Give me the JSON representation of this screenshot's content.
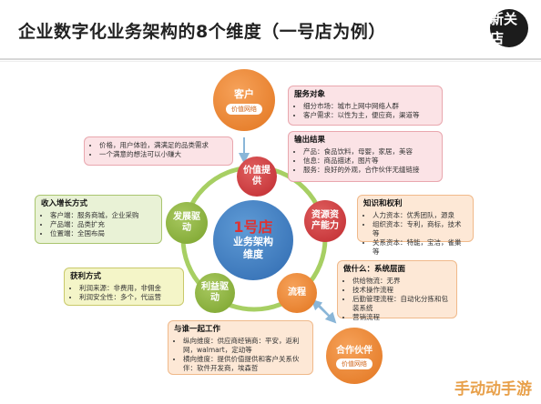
{
  "title": "企业数字化业务架构的8个维度（一号店为例）",
  "logo": "新关店",
  "center": {
    "brand": "1号店",
    "line1": "业务架构",
    "line2": "维度"
  },
  "nodes": {
    "value": "价值提供",
    "resource": "资源资产能力",
    "process": "流程",
    "profit": "利益驱动",
    "growth": "发展驱动"
  },
  "customer": {
    "title": "客户",
    "subtitle": "价值网络"
  },
  "partner": {
    "title": "合作伙伴",
    "subtitle": "价值网络"
  },
  "boxes": {
    "service_object": {
      "title": "服务对象",
      "items": [
        "细分市场：城市上网中网络人群",
        "客户需求：以性为主，便应商，渠道等"
      ]
    },
    "output": {
      "title": "输出结果",
      "items": [
        "产品：食品饮料，母婴，家居，美容",
        "信息：商品描述，图片等",
        "服务：良好的外观，合作伙伴无缝链接"
      ]
    },
    "value_side": {
      "items": [
        "价格，用户体验，满满足的品类需求",
        "一个满意的想法可以小赚大"
      ]
    },
    "income": {
      "title": "收入增长方式",
      "items": [
        "客户端：服务商城，企业采购",
        "产品端：品类扩充",
        "位置端：全国布局"
      ]
    },
    "knowledge": {
      "title": "知识和权利",
      "items": [
        "人力资本：优秀团队，源泉",
        "组织资本：专利，商标，技术等",
        "关系资本：特能，宝洁，雀巢等"
      ]
    },
    "profit_way": {
      "title": "获利方式",
      "items": [
        "利润来源：非费用，非佣金",
        "利润安全性：多个，代运营"
      ]
    },
    "do_what": {
      "title": "做什么：系统层面",
      "items": [
        "供给物流：无界",
        "技术操作流程",
        "后勤管理流程：自动化分拣和包装系统",
        "营销流程"
      ]
    },
    "work_with": {
      "title": "与谁一起工作",
      "items": [
        "纵向维度：供应商经销商：平安，返利网，walmart，定动等",
        "横向维度：提供价值提供和客户关系伙伴：软件开发商，埃森哲"
      ]
    }
  },
  "watermark": "手动动手游"
}
